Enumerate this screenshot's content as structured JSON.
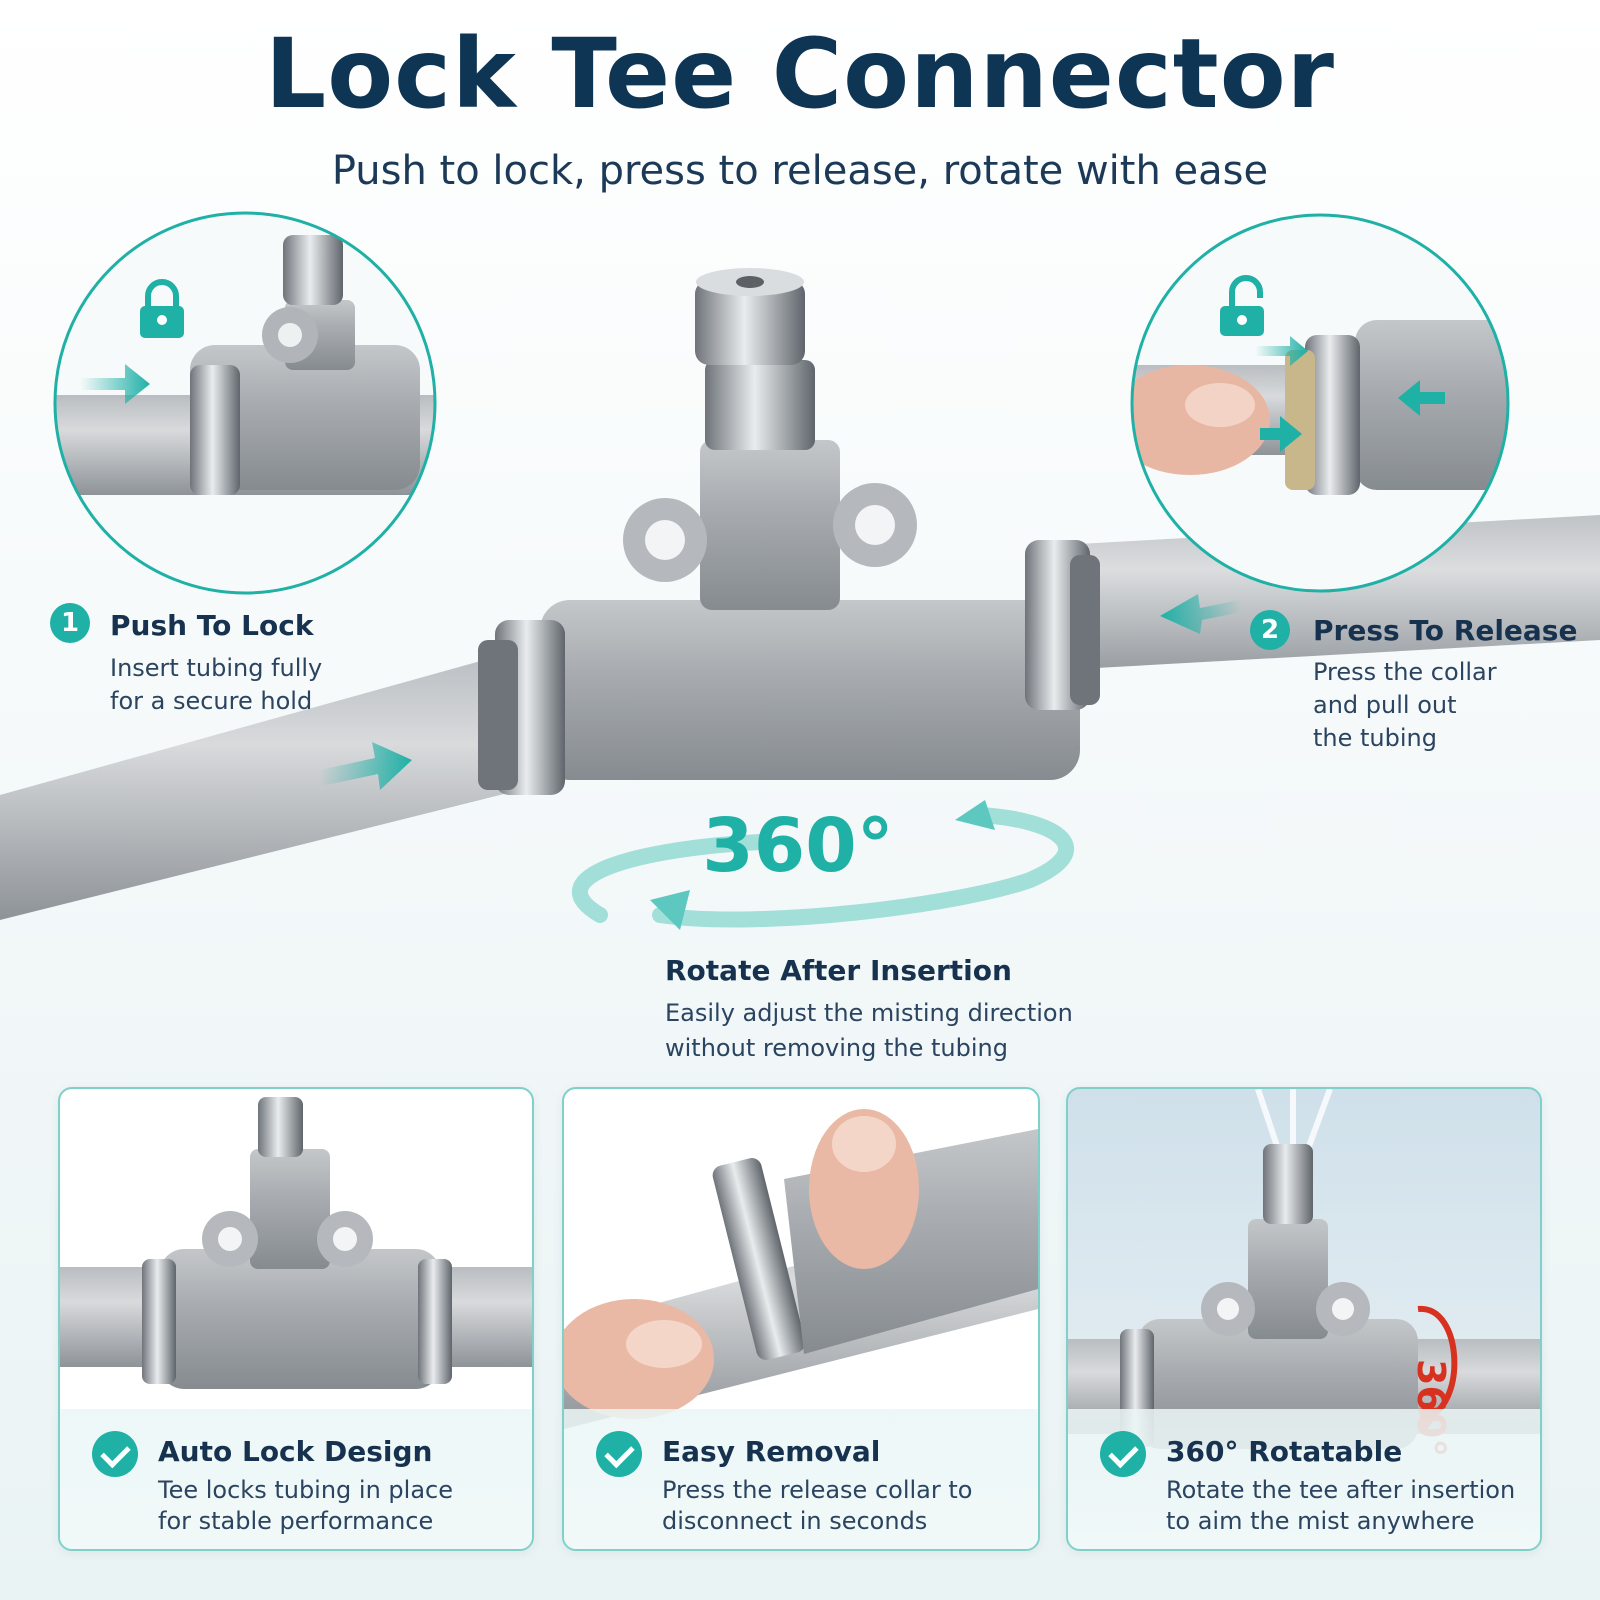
{
  "title": "Lock Tee Connector",
  "subtitle": "Push to lock, press to release, rotate with ease",
  "steps": [
    {
      "number": "1",
      "title": "Push To Lock",
      "desc": "Insert tubing fully\nfor a secure hold"
    },
    {
      "number": "2",
      "title": "Press To Release",
      "desc": "Press the collar\nand pull out\nthe tubing"
    }
  ],
  "rotate": {
    "big_label": "360°",
    "title": "Rotate After Insertion",
    "desc": "Easily adjust the misting direction\nwithout removing the tubing"
  },
  "cards": [
    {
      "title": "Auto Lock Design",
      "desc": "Tee locks tubing in place\nfor stable performance"
    },
    {
      "title": "Easy Removal",
      "desc": "Press the release collar to\ndisconnect in seconds"
    },
    {
      "title": "360° Rotatable",
      "desc": "Rotate the tee after insertion\nto aim the mist anywhere",
      "overlay_label": "360°"
    }
  ],
  "colors": {
    "accent": "#1fb0a6",
    "title": "#0f3555",
    "warning": "#d6321f"
  },
  "icons": [
    "lock-closed-icon",
    "lock-open-icon",
    "arrow-right-icon",
    "arrow-left-icon",
    "check-circle-icon",
    "rotate-360-icon"
  ]
}
